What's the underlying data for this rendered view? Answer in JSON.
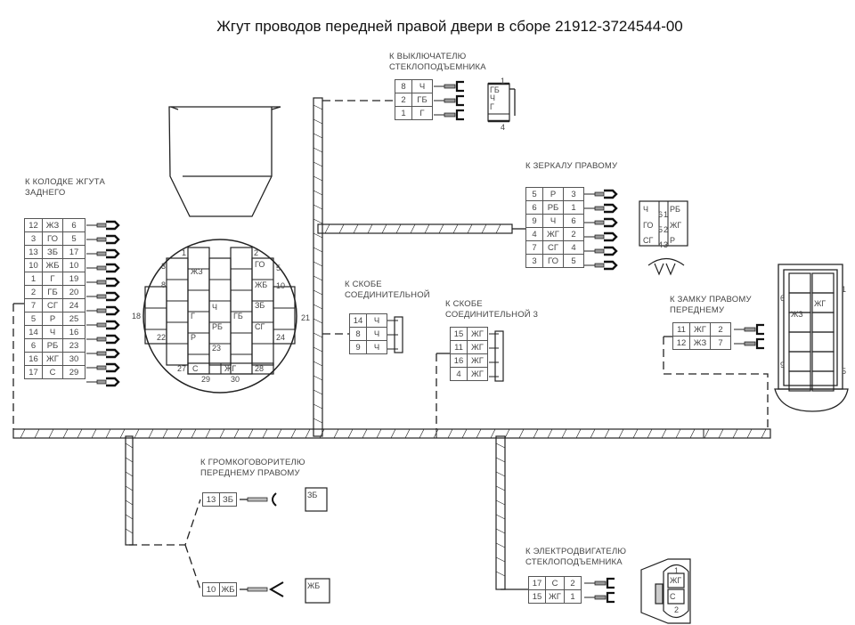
{
  "title": "Жгут проводов передней правой двери в сборе  21912-3724544-00",
  "connectors": {
    "rear": {
      "label": [
        "К КОЛОДКЕ ЖГУТА",
        "ЗАДНЕГО"
      ],
      "rows": [
        [
          "12",
          "ЖЗ",
          "6"
        ],
        [
          "3",
          "ГО",
          "5"
        ],
        [
          "13",
          "ЗБ",
          "17"
        ],
        [
          "10",
          "ЖБ",
          "10"
        ],
        [
          "1",
          "Г",
          "19"
        ],
        [
          "2",
          "ГБ",
          "20"
        ],
        [
          "7",
          "СГ",
          "24"
        ],
        [
          "5",
          "Р",
          "25"
        ],
        [
          "14",
          "Ч",
          "16"
        ],
        [
          "6",
          "РБ",
          "23"
        ],
        [
          "16",
          "ЖГ",
          "30"
        ],
        [
          "17",
          "С",
          "29"
        ]
      ],
      "face_labels": [
        "ЖЗ",
        "ГО",
        "ЖБ",
        "ЗБ",
        "Ч",
        "Г",
        "ГБ",
        "РБ",
        "СГ",
        "Р",
        "23",
        "С",
        "ЖГ"
      ],
      "face_pins": [
        "1",
        "2",
        "3",
        "5",
        "8",
        "10",
        "18",
        "21",
        "22",
        "24",
        "27",
        "28",
        "29",
        "30"
      ]
    },
    "switch": {
      "label": [
        "К ВЫКЛЮЧАТЕЛЮ",
        "СТЕКЛОПОДЪЕМНИКА"
      ],
      "rows": [
        [
          "8",
          "Ч"
        ],
        [
          "2",
          "ГБ"
        ],
        [
          "1",
          "Г"
        ]
      ],
      "face_labels": [
        "ГБ",
        "Ч",
        "Г"
      ],
      "face_pins": [
        "1",
        "4"
      ]
    },
    "mirror": {
      "label": [
        "К ЗЕРКАЛУ ПРАВОМУ"
      ],
      "rows": [
        [
          "5",
          "Р",
          "3"
        ],
        [
          "6",
          "РБ",
          "1"
        ],
        [
          "9",
          "Ч",
          "6"
        ],
        [
          "4",
          "ЖГ",
          "2"
        ],
        [
          "7",
          "СГ",
          "4"
        ],
        [
          "3",
          "ГО",
          "5"
        ]
      ],
      "face_labels": [
        "Ч",
        "РБ",
        "ГО",
        "ЖГ",
        "СГ",
        "Р"
      ],
      "face_pins": [
        "6",
        "1",
        "5",
        "2",
        "4",
        "3"
      ]
    },
    "bracket": {
      "label": [
        "К СКОБЕ",
        "СОЕДИНИТЕЛЬНОЙ"
      ],
      "rows": [
        [
          "14",
          "Ч"
        ],
        [
          "8",
          "Ч"
        ],
        [
          "9",
          "Ч"
        ]
      ]
    },
    "bracket3": {
      "label": [
        "К СКОБЕ",
        "СОЕДИНИТЕЛЬНОЙ  3"
      ],
      "rows": [
        [
          "15",
          "ЖГ"
        ],
        [
          "11",
          "ЖГ"
        ],
        [
          "16",
          "ЖГ"
        ],
        [
          "4",
          "ЖГ"
        ]
      ]
    },
    "lock": {
      "label": [
        "К ЗАМКУ ПРАВОМУ",
        "ПЕРЕДНЕМУ"
      ],
      "rows": [
        [
          "11",
          "ЖГ",
          "2"
        ],
        [
          "12",
          "ЖЗ",
          "7"
        ]
      ],
      "face_labels": [
        "ЖЗ",
        "ЖГ"
      ],
      "face_pins": [
        "1",
        "6",
        "9",
        "5"
      ]
    },
    "speaker": {
      "label": [
        "К ГРОМКОГОВОРИТЕЛЮ",
        "ПЕРЕДНЕМУ ПРАВОМУ"
      ],
      "rows": [
        [
          "13",
          "ЗБ"
        ]
      ],
      "rows2": [
        [
          "10",
          "ЖБ"
        ]
      ],
      "face_labels": [
        "ЗБ",
        "ЖБ"
      ]
    },
    "motor": {
      "label": [
        "К ЭЛЕКТРОДВИГАТЕЛЮ",
        "СТЕКЛОПОДЪЕМНИКА"
      ],
      "rows": [
        [
          "17",
          "С",
          "2"
        ],
        [
          "15",
          "ЖГ",
          "1"
        ]
      ],
      "face_labels": [
        "ЖГ",
        "С"
      ],
      "face_pins": [
        "1",
        "2"
      ]
    }
  }
}
